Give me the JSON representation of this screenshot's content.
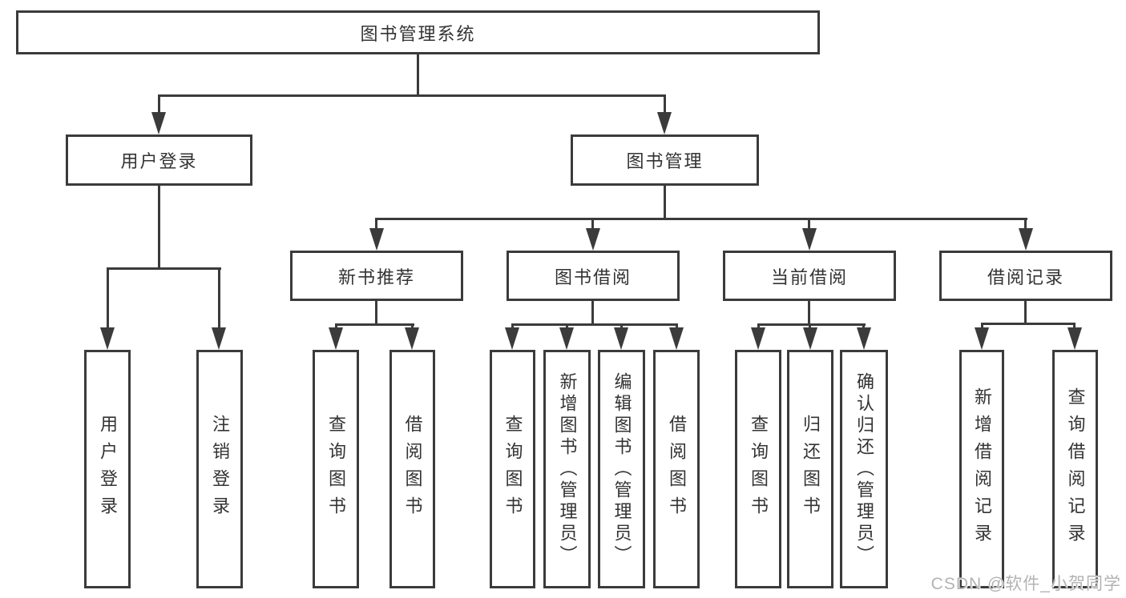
{
  "colors": {
    "line": "#3b3b3b",
    "text": "#333333",
    "box_background": "#ffffff",
    "page_background": "#ffffff",
    "watermark": "#b3b3b3"
  },
  "tree": {
    "root": {
      "label": "图书管理系统"
    },
    "branches": [
      {
        "label": "用户登录",
        "children": [
          {
            "label": "用户登录"
          },
          {
            "label": "注销登录"
          }
        ]
      },
      {
        "label": "图书管理",
        "children": [
          {
            "label": "新书推荐",
            "children": [
              {
                "label": "查询图书"
              },
              {
                "label": "借阅图书"
              }
            ]
          },
          {
            "label": "图书借阅",
            "children": [
              {
                "label": "查询图书"
              },
              {
                "label": "新增图书（管理员）"
              },
              {
                "label": "编辑图书（管理员）"
              },
              {
                "label": "借阅图书"
              }
            ]
          },
          {
            "label": "当前借阅",
            "children": [
              {
                "label": "查询图书"
              },
              {
                "label": "归还图书"
              },
              {
                "label": "确认归还（管理员）"
              }
            ]
          },
          {
            "label": "借阅记录",
            "children": [
              {
                "label": "新增借阅记录"
              },
              {
                "label": "查询借阅记录"
              }
            ]
          }
        ]
      }
    ]
  },
  "watermark": {
    "text": "CSDN @软件_小贺同学"
  }
}
